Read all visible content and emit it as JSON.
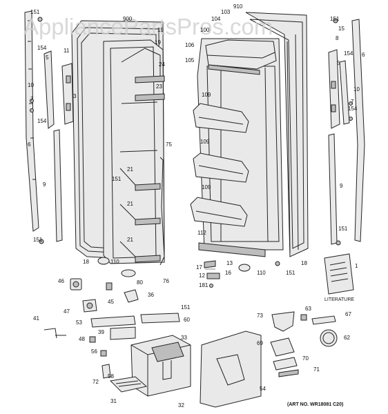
{
  "watermark": "AppliancePartsPros.com",
  "literature_label": "LITERATURE",
  "art_number": "(ART NO. WR18081 C20)",
  "part_labels": [
    {
      "id": "151a",
      "text": "151"
    },
    {
      "id": "154a",
      "text": "154"
    },
    {
      "id": "5a",
      "text": "5"
    },
    {
      "id": "11",
      "text": "11"
    },
    {
      "id": "10a",
      "text": "10"
    },
    {
      "id": "7a",
      "text": "7"
    },
    {
      "id": "3",
      "text": "3"
    },
    {
      "id": "154b",
      "text": "154"
    },
    {
      "id": "6a",
      "text": "6"
    },
    {
      "id": "9a",
      "text": "9"
    },
    {
      "id": "151b",
      "text": "151"
    },
    {
      "id": "18a",
      "text": "18"
    },
    {
      "id": "110a",
      "text": "110"
    },
    {
      "id": "80",
      "text": "80"
    },
    {
      "id": "76",
      "text": "76"
    },
    {
      "id": "900",
      "text": "900"
    },
    {
      "id": "19a",
      "text": "19"
    },
    {
      "id": "19b",
      "text": "19"
    },
    {
      "id": "24",
      "text": "24"
    },
    {
      "id": "23",
      "text": "23"
    },
    {
      "id": "75",
      "text": "75"
    },
    {
      "id": "21a",
      "text": "21"
    },
    {
      "id": "21b",
      "text": "21"
    },
    {
      "id": "21c",
      "text": "21"
    },
    {
      "id": "151c",
      "text": "151"
    },
    {
      "id": "910",
      "text": "910"
    },
    {
      "id": "103",
      "text": "103"
    },
    {
      "id": "104",
      "text": "104"
    },
    {
      "id": "100",
      "text": "100"
    },
    {
      "id": "106",
      "text": "106"
    },
    {
      "id": "105",
      "text": "105"
    },
    {
      "id": "109a",
      "text": "109"
    },
    {
      "id": "109b",
      "text": "109"
    },
    {
      "id": "109c",
      "text": "109"
    },
    {
      "id": "112",
      "text": "112"
    },
    {
      "id": "15",
      "text": "15"
    },
    {
      "id": "8",
      "text": "8"
    },
    {
      "id": "151d",
      "text": "151"
    },
    {
      "id": "6b",
      "text": "6"
    },
    {
      "id": "154c",
      "text": "154"
    },
    {
      "id": "5b",
      "text": "5"
    },
    {
      "id": "10b",
      "text": "10"
    },
    {
      "id": "7b",
      "text": "7"
    },
    {
      "id": "154d",
      "text": "154"
    },
    {
      "id": "9b",
      "text": "9"
    },
    {
      "id": "151e",
      "text": "151"
    },
    {
      "id": "18b",
      "text": "18"
    },
    {
      "id": "17",
      "text": "17"
    },
    {
      "id": "13",
      "text": "13"
    },
    {
      "id": "12",
      "text": "12"
    },
    {
      "id": "16",
      "text": "16"
    },
    {
      "id": "181",
      "text": "181"
    },
    {
      "id": "110b",
      "text": "110"
    },
    {
      "id": "151f",
      "text": "151"
    },
    {
      "id": "1",
      "text": "1"
    },
    {
      "id": "46",
      "text": "46"
    },
    {
      "id": "45",
      "text": "45"
    },
    {
      "id": "36",
      "text": "36"
    },
    {
      "id": "47",
      "text": "47"
    },
    {
      "id": "151g",
      "text": "151"
    },
    {
      "id": "41",
      "text": "41"
    },
    {
      "id": "53",
      "text": "53"
    },
    {
      "id": "60",
      "text": "60"
    },
    {
      "id": "39",
      "text": "39"
    },
    {
      "id": "48",
      "text": "48"
    },
    {
      "id": "33",
      "text": "33"
    },
    {
      "id": "56",
      "text": "56"
    },
    {
      "id": "58",
      "text": "58"
    },
    {
      "id": "72",
      "text": "72"
    },
    {
      "id": "31",
      "text": "31"
    },
    {
      "id": "32",
      "text": "32"
    },
    {
      "id": "54",
      "text": "54"
    },
    {
      "id": "73",
      "text": "73"
    },
    {
      "id": "63",
      "text": "63"
    },
    {
      "id": "67",
      "text": "67"
    },
    {
      "id": "62",
      "text": "62"
    },
    {
      "id": "69",
      "text": "69"
    },
    {
      "id": "70",
      "text": "70"
    },
    {
      "id": "71",
      "text": "71"
    }
  ]
}
